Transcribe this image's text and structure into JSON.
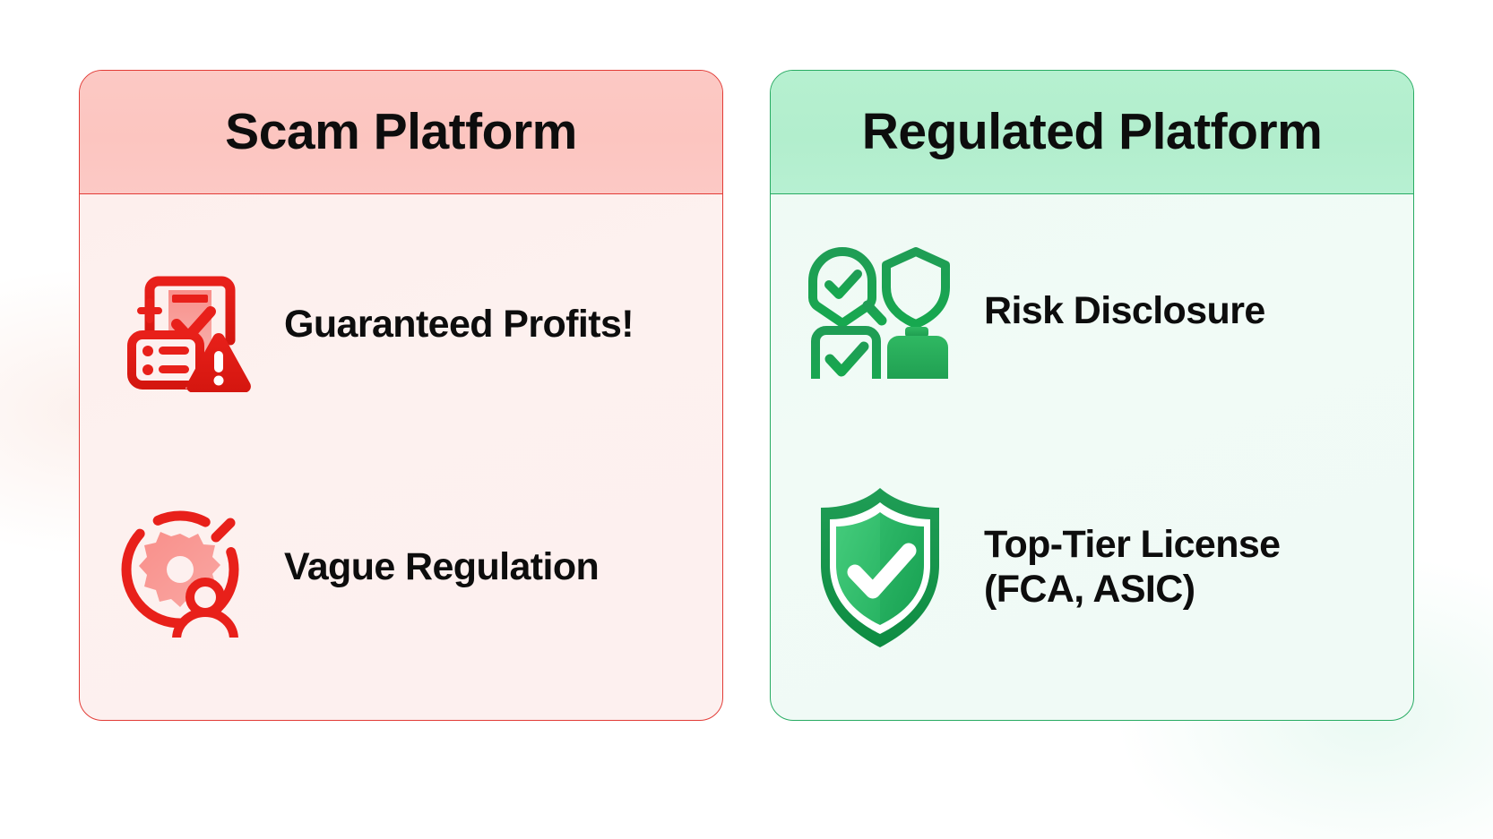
{
  "meta": {
    "layout": "two-column-comparison",
    "background_color": "#ffffff"
  },
  "colors": {
    "scam_accent": "#e23b36",
    "scam_header_bg": "#fcc5c0",
    "scam_body_bg": "#fdf0ef",
    "regulated_accent": "#27ab62",
    "regulated_header_bg": "#b2eecd",
    "regulated_body_bg": "#f0faf6",
    "title_text": "#0d0d0d",
    "label_text": "#0d0d0d"
  },
  "cards": [
    {
      "id": "scam-platform",
      "title": "Scam Platform",
      "accent": "#e23b36",
      "features": [
        {
          "id": "guaranteed-profits",
          "label": "Guaranteed Profits!",
          "icon": "clipboard-warning-icon"
        },
        {
          "id": "vague-regulation",
          "label": "Vague Regulation",
          "icon": "blocked-user-gear-icon"
        }
      ]
    },
    {
      "id": "regulated-platform",
      "title": "Regulated Platform",
      "accent": "#27ab62",
      "features": [
        {
          "id": "risk-disclosure",
          "label": "Risk Disclosure",
          "icon": "verified-audit-icon"
        },
        {
          "id": "top-tier-license",
          "label": "Top-Tier License\n(FCA, ASIC)",
          "icon": "shield-check-icon"
        }
      ]
    }
  ]
}
